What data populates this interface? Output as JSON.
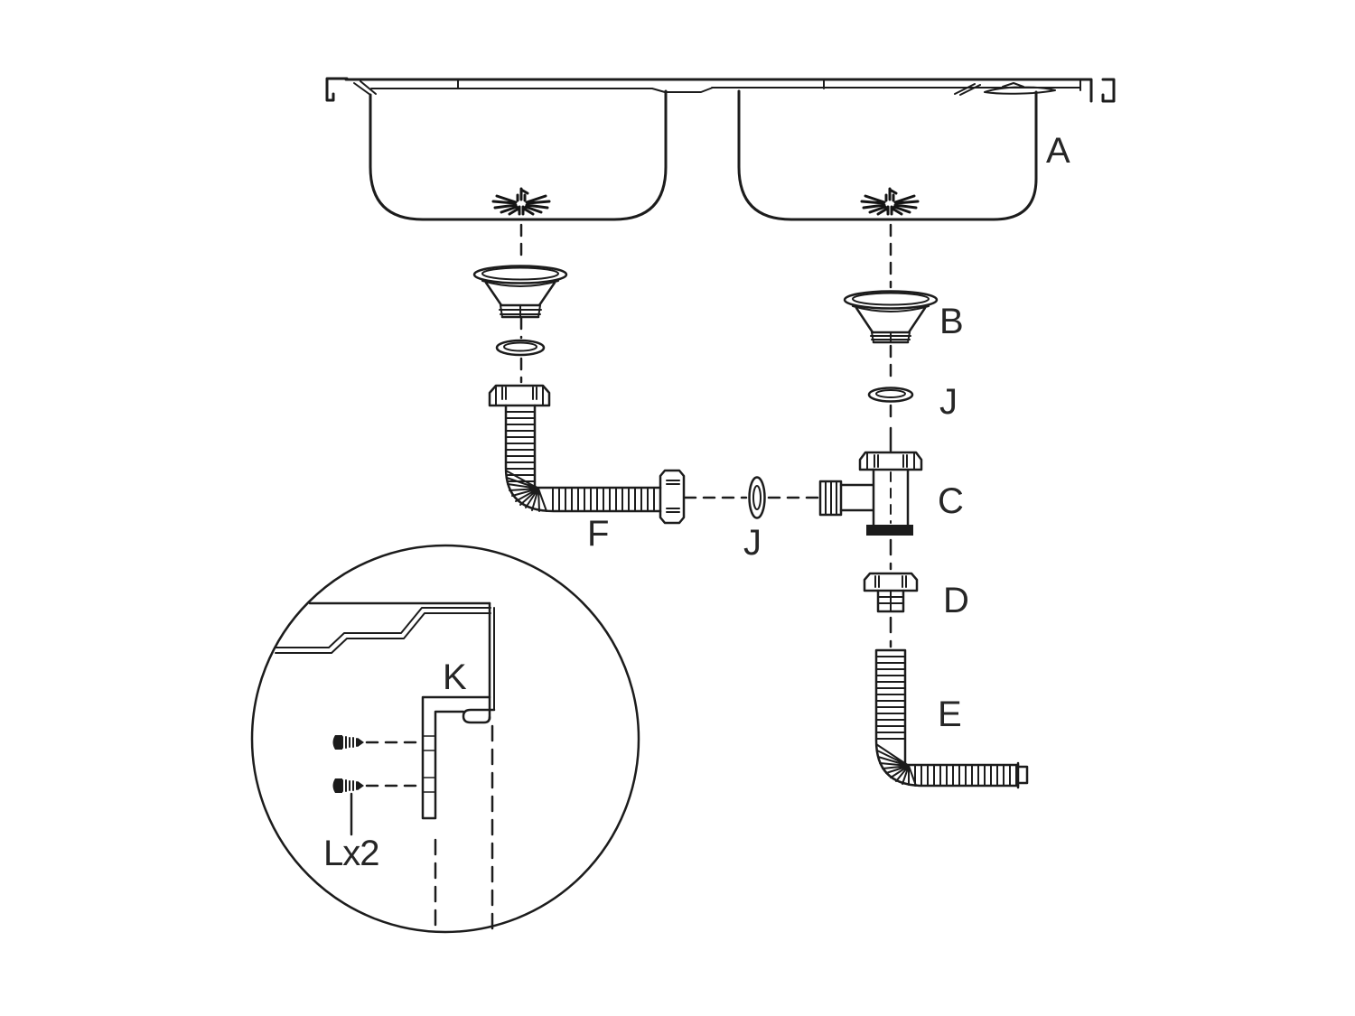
{
  "diagram": {
    "type": "exploded-assembly-instructions",
    "subject": "double-bowl kitchen sink drain installation",
    "colors": {
      "line": "#1c1c1c",
      "label": "#262626",
      "background": "#ffffff"
    }
  },
  "labels": {
    "sink": "A",
    "strainer": "B",
    "tee": "C",
    "nut": "D",
    "drain_hose": "E",
    "sink_hose": "F",
    "washer_right": "J",
    "washer_mid": "J",
    "bracket": "K",
    "screws": "Lx2"
  }
}
